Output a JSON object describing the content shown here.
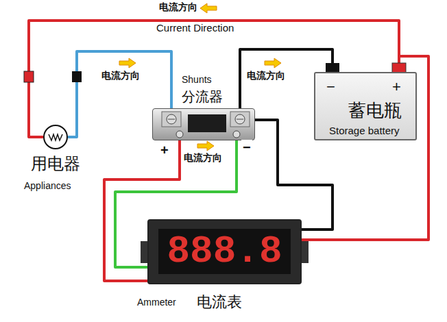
{
  "diagram": {
    "nodes": [
      {
        "text": [
          "用电器",
          "Appliances"
        ]
      },
      {
        "text": [
          "Shunts",
          "分流器"
        ]
      },
      {
        "text": [
          "−",
          "+",
          "蓄电瓶",
          "Storage battery"
        ]
      },
      {
        "text": [
          "888.8",
          "Ammeter",
          "电流表"
        ]
      }
    ],
    "edges": [
      {
        "from": 2,
        "to": 0,
        "label": "电流方向",
        "arrow": "none"
      },
      {
        "from": 0,
        "to": 1,
        "label": "电流方向",
        "arrow": "none"
      },
      {
        "from": 1,
        "to": 2,
        "label": "电流方向",
        "arrow": "none"
      },
      {
        "from": 1,
        "to": 3,
        "arrow": "none"
      },
      {
        "from": 1,
        "to": 3,
        "arrow": "none"
      },
      {
        "from": 1,
        "to": 3,
        "arrow": "none"
      },
      {
        "from": 2,
        "to": 3,
        "arrow": "none"
      }
    ],
    "labels": [
      "Current Direction",
      "+",
      "−",
      "电流方向"
    ]
  }
}
